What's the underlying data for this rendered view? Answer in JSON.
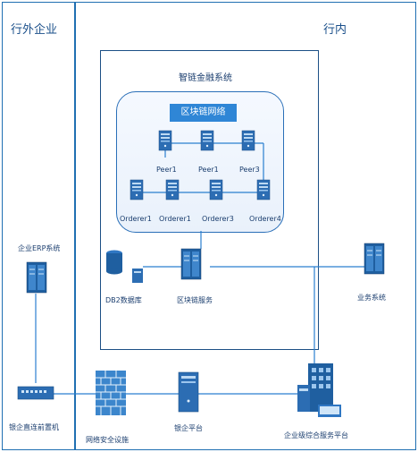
{
  "zones": {
    "external_label": "行外企业",
    "internal_label": "行内",
    "system_label": "智链金融系统",
    "blockchain_network_label": "区块链网络"
  },
  "nodes": {
    "peers": [
      "Peer1",
      "Peer1",
      "Peer3"
    ],
    "orderers": [
      "Orderer1",
      "Orderer1",
      "Orderer3",
      "Orderer4"
    ],
    "database": "DB2数据库",
    "blockchain_service": "区块链服务",
    "business_system": "业务系统",
    "erp": "企业ERP系统",
    "front_machine": "银企直连前置机",
    "network_security": "网络安全设施",
    "bank_enterprise_platform": "银企平台",
    "enterprise_service_platform": "企业级综合服务平台"
  },
  "colors": {
    "line": "#2a7fd0",
    "server_dark": "#1f5fa0",
    "server_light": "#9cc6ee",
    "brick": "#3c86cc"
  }
}
